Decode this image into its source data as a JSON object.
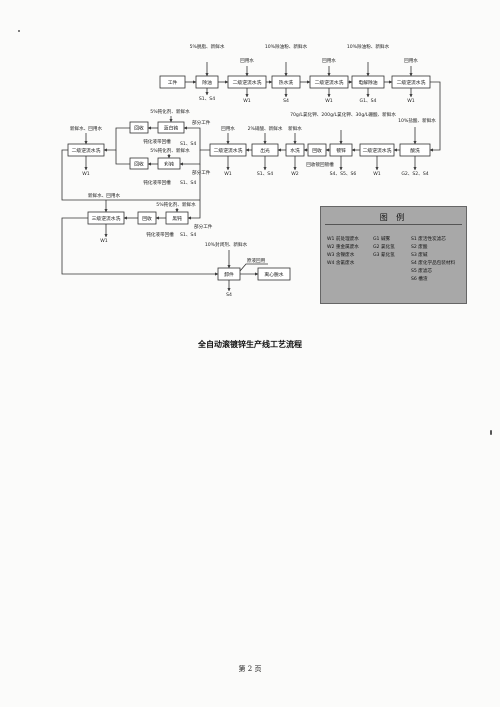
{
  "diagram": {
    "caption": "全自动滚镀锌生产线工艺流程",
    "page_number": "第 2 页",
    "boxes": {
      "workpiece": "工件",
      "degrease": "除油",
      "rinse2_a": "二级逆流水洗",
      "hot_water": "热水洗",
      "rinse2_b": "二级逆流水洗",
      "electro": "电解除油",
      "rinse2_c": "二级逆流水洗",
      "rinse2_d": "二级逆流水洗",
      "pickle": "酸洗",
      "wash": "水洗",
      "recover_r": "回收",
      "plating": "镀锌",
      "rinse2_e": "二级逆流水洗",
      "chromate": "出光",
      "rinse2_left": "二级逆流水洗",
      "recover_u": "回收",
      "blue_white": "蓝白钝",
      "recover_l": "回收",
      "color": "彩钝",
      "rinse3": "三级逆流水洗",
      "recover_b": "回收",
      "black": "黑钝",
      "unload": "卸件",
      "dry": "离心脱水"
    },
    "labels": {
      "degrease_in": "5%脱脂、新鲜水",
      "degrease_out": "S1、S4",
      "rinse_a_in": "回用水",
      "rinse_a_out": "W1",
      "hot_in": "10%除油粉、新鲜水",
      "hot_out": "S4",
      "rinse_b_in": "回用水",
      "rinse_b_out": "W1",
      "electro_in": "10%除油粉、新鲜水",
      "electro_out": "G1、S4",
      "rinse_c_in": "回用水",
      "rinse_c_out": "W1",
      "pickle_in": "10%盐酸、新鲜水",
      "pickle_out": "G2、S2、S4",
      "rinse_e_out": "W1",
      "plating_in": "70g/L氯化钾、200g/L氯化钾、30g/L硼酸、新鲜水",
      "plating_out": "S4、S5、S6",
      "recover_r_out": "回收镀回镀槽",
      "wash_in": "新鲜水",
      "wash_out": "W2",
      "chromate_in": "2%硝酸、新鲜水",
      "chromate_out": "S1、S4",
      "rinse_d_in": "回用水",
      "rinse_d_out": "W1",
      "left_in": "新鲜水、回用水",
      "left_out": "W1",
      "blue_in": "5%钝化剂、新鲜水",
      "blue_out": "S1、S4",
      "blue_recover": "钝化液带回槽",
      "color_in": "5%钝化剂、新鲜水",
      "color_recover": "钝化液带回槽",
      "color_out": "S1、S4",
      "black_in": "5%钝化剂、新鲜水",
      "black_recover": "钝化液带回槽",
      "black_out": "S1、S4",
      "rinse3_in": "新鲜水、回用水",
      "rinse3_out": "W1",
      "part_work_1": "部分工件",
      "part_work_2": "部分工件",
      "part_work_3": "部分工件",
      "unload_in": "10%封闭剂、新鲜水",
      "unload_out": "S4",
      "unload_note": "原液回用"
    }
  },
  "legend": {
    "title": "图 例",
    "left": [
      "W1 前处理废水",
      "W2 重金属废水",
      "W3 含镍废水",
      "W4 含氰废水"
    ],
    "mid": [
      "G1 碱雾",
      "G2 氯化氢",
      "G3 氰化氢"
    ],
    "right": [
      "S1 废活性炭滤芯",
      "S2 废酸",
      "S3 废碱",
      "S4 废化学品包装材料",
      "S5 废滤芯",
      "S6 槽渣"
    ]
  }
}
